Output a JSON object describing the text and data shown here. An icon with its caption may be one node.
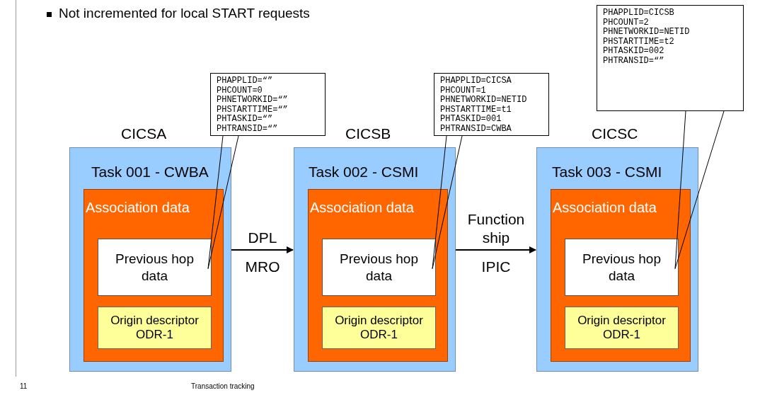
{
  "diagram": {
    "nodes": [
      {
        "text": [
          "CICSA",
          "Task 001 - CWBA"
        ]
      },
      {
        "text": [
          "Association data"
        ],
        "in": 0
      },
      {
        "text": [
          "Previous hop data"
        ],
        "in": 1
      },
      {
        "text": [
          "Origin descriptor ODR-1"
        ],
        "in": 1
      },
      {
        "text": [
          "PHAPPLID=“”",
          "PHCOUNT=0",
          "PHNETWORKID=“”",
          "PHSTARTTIME=“”",
          "PHTASKID=“”",
          "PHTRANSID=“”"
        ]
      },
      {
        "text": [
          "CICSB",
          "Task 002 - CSMI"
        ]
      },
      {
        "text": [
          "Association data"
        ],
        "in": 5
      },
      {
        "text": [
          "Previous hop data"
        ],
        "in": 6
      },
      {
        "text": [
          "Origin descriptor ODR-1"
        ],
        "in": 6
      },
      {
        "text": [
          "PHAPPLID=CICSA",
          "PHCOUNT=1",
          "PHNETWORKID=NETID",
          "PHSTARTTIME=t1",
          "PHTASKID=001",
          "PHTRANSID=CWBA"
        ]
      },
      {
        "text": [
          "CICSC",
          "Task 003 - CSMI"
        ]
      },
      {
        "text": [
          "Association data"
        ],
        "in": 10
      },
      {
        "text": [
          "Previous hop data"
        ],
        "in": 11
      },
      {
        "text": [
          "Origin descriptor ODR-1"
        ],
        "in": 11
      },
      {
        "text": [
          "PHAPPLID=CICSB",
          "PHCOUNT=2",
          "PHNETWORKID=NETID",
          "PHSTARTTIME=t2",
          "PHTASKID=002",
          "PHTRANSID=“”"
        ]
      }
    ],
    "edges": [
      {
        "from": 4,
        "to": 2,
        "arrow": "none"
      },
      {
        "from": 9,
        "to": 7,
        "arrow": "none"
      },
      {
        "from": 14,
        "to": 12,
        "arrow": "none"
      },
      {
        "from": 0,
        "to": 5,
        "arrow": "to",
        "label": "DPL"
      },
      {
        "from": 5,
        "to": 10,
        "arrow": "to",
        "label": "Function ship"
      }
    ],
    "labels": [
      "Not incremented for local START requests",
      "MRO",
      "IPIC",
      "11",
      "Transaction tracking"
    ]
  }
}
